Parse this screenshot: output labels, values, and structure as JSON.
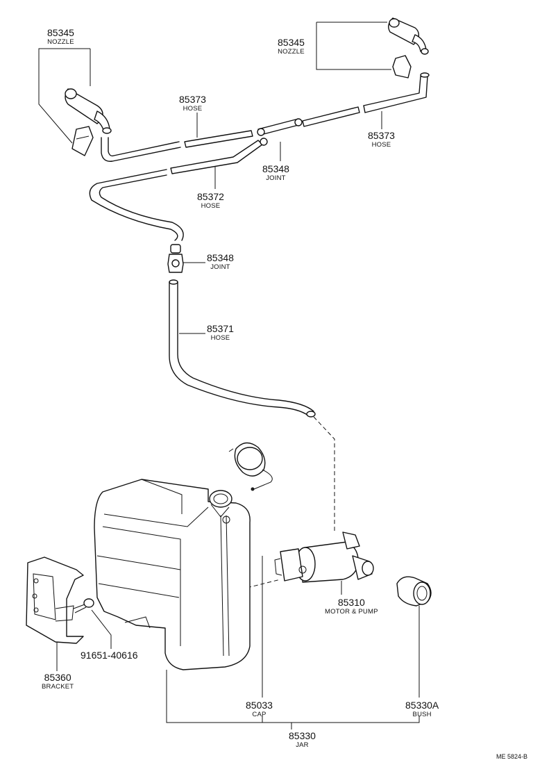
{
  "callouts": {
    "nozzle_left": {
      "number": "85345",
      "name": "NOZZLE"
    },
    "nozzle_right": {
      "number": "85345",
      "name": "NOZZLE"
    },
    "hose_85373_left": {
      "number": "85373",
      "name": "HOSE"
    },
    "hose_85373_right": {
      "number": "85373",
      "name": "HOSE"
    },
    "joint_upper": {
      "number": "85348",
      "name": "JOINT"
    },
    "hose_85372": {
      "number": "85372",
      "name": "HOSE"
    },
    "joint_lower": {
      "number": "85348",
      "name": "JOINT"
    },
    "hose_85371": {
      "number": "85371",
      "name": "HOSE"
    },
    "motor_pump": {
      "number": "85310",
      "name": "MOTOR & PUMP"
    },
    "bolt": {
      "number": "91651-40616"
    },
    "bracket": {
      "number": "85360",
      "name": "BRACKET"
    },
    "cap": {
      "number": "85033",
      "name": "CAP"
    },
    "bush": {
      "number": "85330A",
      "name": "BUSH"
    },
    "jar": {
      "number": "85330",
      "name": "JAR"
    }
  },
  "reference_code": "ME 5824-B"
}
